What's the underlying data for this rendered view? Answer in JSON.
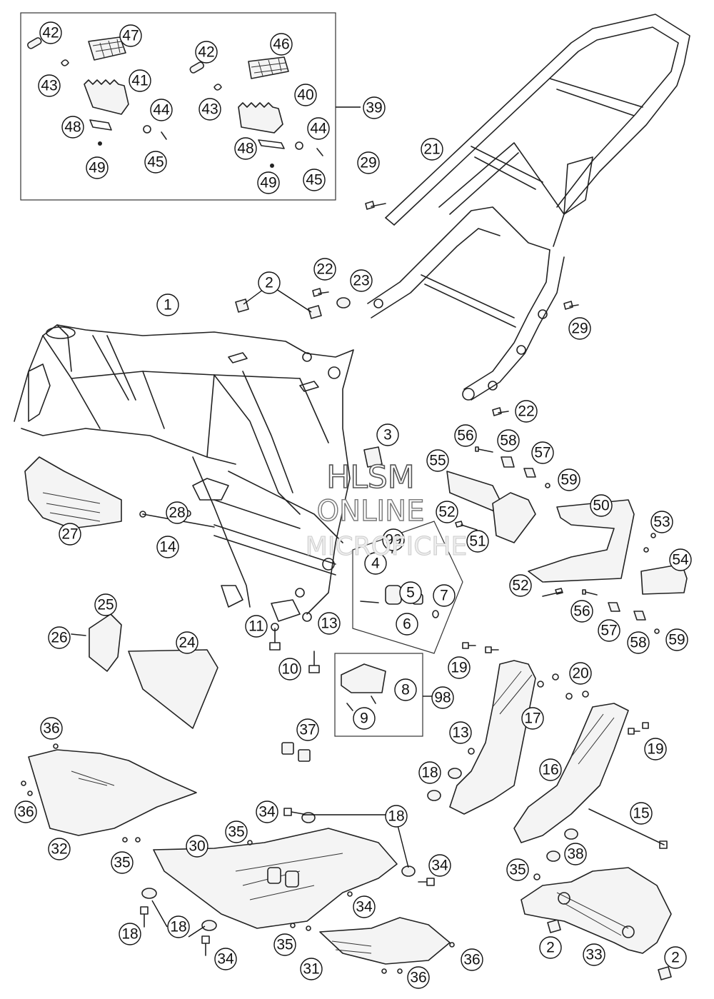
{
  "watermark": {
    "line1": "HLSM",
    "line2": "ONLINE",
    "line3": "MICROFICHE"
  },
  "callouts": [
    "42",
    "47",
    "43",
    "41",
    "44",
    "48",
    "45",
    "49",
    "42",
    "46",
    "43",
    "40",
    "44",
    "48",
    "49",
    "45",
    "39",
    "21",
    "29",
    "29",
    "22",
    "23",
    "2",
    "1",
    "3",
    "22",
    "56",
    "58",
    "57",
    "55",
    "59",
    "50",
    "53",
    "52",
    "99",
    "4",
    "5",
    "51",
    "54",
    "52",
    "7",
    "6",
    "56",
    "57",
    "58",
    "59",
    "28",
    "27",
    "14",
    "11",
    "13",
    "10",
    "25",
    "26",
    "24",
    "19",
    "20",
    "8",
    "98",
    "9",
    "17",
    "37",
    "36",
    "13",
    "19",
    "18",
    "16",
    "15",
    "36",
    "32",
    "34",
    "18",
    "35",
    "30",
    "35",
    "34",
    "18",
    "38",
    "35",
    "34",
    "18",
    "34",
    "35",
    "31",
    "36",
    "36",
    "2",
    "33",
    "2"
  ]
}
